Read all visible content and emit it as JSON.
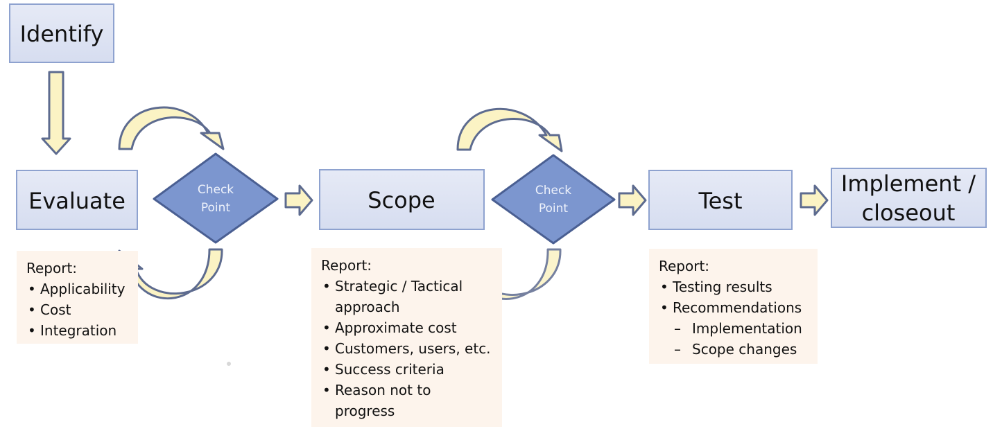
{
  "nodes": {
    "identify": "Identify",
    "evaluate": "Evaluate",
    "scope": "Scope",
    "test": "Test",
    "implement_line1": "Implement /",
    "implement_line2": "closeout"
  },
  "checkpoints": [
    {
      "line1": "Check",
      "line2": "Point"
    },
    {
      "line1": "Check",
      "line2": "Point"
    }
  ],
  "reports": {
    "evaluate": {
      "title": "Report:",
      "items": [
        "Applicability",
        "Cost",
        "Integration"
      ]
    },
    "scope": {
      "title": "Report:",
      "items": [
        "Strategic / Tactical",
        "approach",
        "Approximate cost",
        "Customers, users, etc.",
        "Success criteria",
        "Reason not to",
        "progress"
      ]
    },
    "test": {
      "title": "Report:",
      "items": [
        "Testing results",
        "Recommendations"
      ],
      "subitems": [
        "Implementation",
        "Scope changes"
      ]
    }
  },
  "colors": {
    "box_fill": "#dde3f3",
    "box_stroke": "#8ea2cf",
    "diamond_fill": "#7c96cf",
    "diamond_stroke": "#4a5f92",
    "arrow_fill": "#fbf3c4",
    "arrow_stroke": "#5d6b8f",
    "note_fill": "#fdf4ec"
  }
}
